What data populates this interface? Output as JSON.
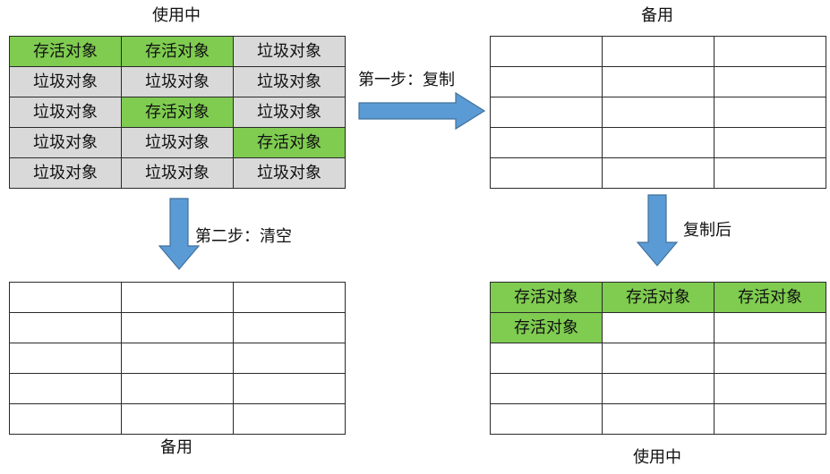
{
  "labels": {
    "top_left": "使用中",
    "top_right": "备用",
    "bottom_left": "备用",
    "bottom_right": "使用中",
    "step1": "第一步：复制",
    "step2": "第二步：清空",
    "after_copy": "复制后"
  },
  "colors": {
    "live": "#7fcc50",
    "garbage": "#d9d9d9",
    "arrow": "#5b9bd5"
  },
  "grids": {
    "top_left": [
      [
        "存活对象",
        "存活对象",
        "垃圾对象"
      ],
      [
        "垃圾对象",
        "垃圾对象",
        "垃圾对象"
      ],
      [
        "垃圾对象",
        "存活对象",
        "垃圾对象"
      ],
      [
        "垃圾对象",
        "垃圾对象",
        "存活对象"
      ],
      [
        "垃圾对象",
        "垃圾对象",
        "垃圾对象"
      ]
    ],
    "top_right": [
      [
        "",
        "",
        ""
      ],
      [
        "",
        "",
        ""
      ],
      [
        "",
        "",
        ""
      ],
      [
        "",
        "",
        ""
      ],
      [
        "",
        "",
        ""
      ]
    ],
    "bottom_left": [
      [
        "",
        "",
        ""
      ],
      [
        "",
        "",
        ""
      ],
      [
        "",
        "",
        ""
      ],
      [
        "",
        "",
        ""
      ],
      [
        "",
        "",
        ""
      ]
    ],
    "bottom_right": [
      [
        "存活对象",
        "存活对象",
        "存活对象"
      ],
      [
        "存活对象",
        "",
        ""
      ],
      [
        "",
        "",
        ""
      ],
      [
        "",
        "",
        ""
      ],
      [
        "",
        "",
        ""
      ]
    ]
  }
}
